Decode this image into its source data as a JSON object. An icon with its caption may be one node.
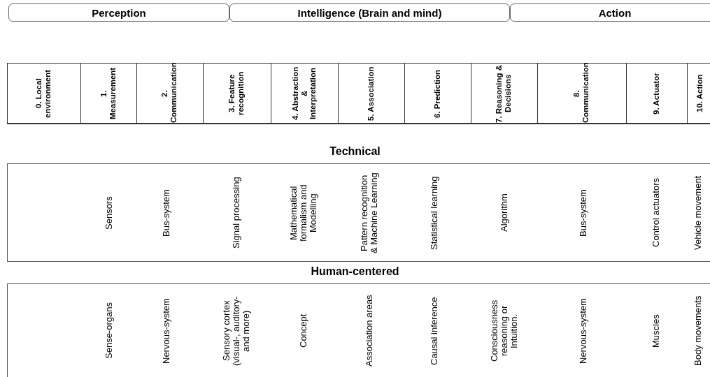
{
  "diagram": {
    "nodes": [
      {
        "text": [
          "Perception"
        ]
      },
      {
        "text": [
          "Intelligence (Brain and mind)"
        ]
      },
      {
        "text": [
          "Action"
        ]
      },
      {
        "text": [
          "Technical"
        ]
      },
      {
        "text": [
          "Human-centered"
        ]
      }
    ],
    "labels": [
      "0. Local environment",
      "1. Measurement",
      "2. Communication",
      "3. Feature recognition",
      "4. Abstraction & Interpretation",
      "5. Association",
      "6. Prediction",
      "7. Reasoning & Decisions",
      "8. Communication",
      "9. Actuator",
      "10. Action",
      "Sensors",
      "Bus-system",
      "Signal processing",
      "Mathematical formalism and Modelling",
      "Pattern recognition & Machine Learning",
      "Statistical learning",
      "Algorithm",
      "Bus-system",
      "Control actuators",
      "Vehicle movement",
      "Sense-organs",
      "Nervous-system",
      "Sensory cortex (visual-, auditory- and more)",
      "Concept",
      "Association areas",
      "Causal inference",
      "Consciousness reasoning or Intuition.",
      "Nervous-system",
      "Muscles",
      "Body movements"
    ]
  }
}
